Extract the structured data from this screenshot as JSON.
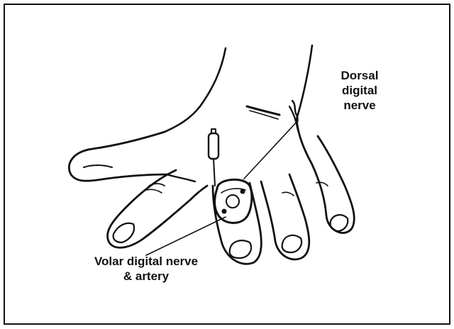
{
  "figure": {
    "labels": {
      "dorsal_line1": "Dorsal",
      "dorsal_line2": "digital",
      "dorsal_line3": "nerve",
      "volar_line1": "Volar digital nerve",
      "volar_line2": "& artery"
    },
    "colors": {
      "ink": "#111111",
      "background": "#ffffff"
    }
  }
}
